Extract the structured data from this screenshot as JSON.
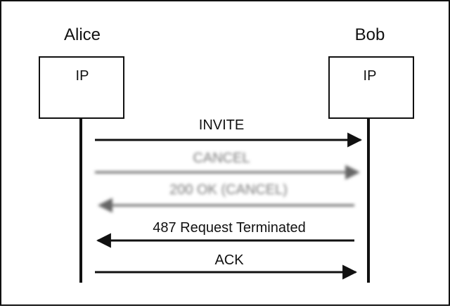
{
  "participants": {
    "alice": {
      "name": "Alice",
      "box_label": "IP"
    },
    "bob": {
      "name": "Bob",
      "box_label": "IP"
    }
  },
  "messages": [
    {
      "label": "INVITE",
      "from": "Alice",
      "to": "Bob",
      "blurred": false
    },
    {
      "label": "CANCEL",
      "from": "Alice",
      "to": "Bob",
      "blurred": true
    },
    {
      "label": "200 OK (CANCEL)",
      "from": "Bob",
      "to": "Alice",
      "blurred": true
    },
    {
      "label": "487 Request Terminated",
      "from": "Bob",
      "to": "Alice",
      "blurred": false
    },
    {
      "label": "ACK",
      "from": "Alice",
      "to": "Bob",
      "blurred": false
    }
  ],
  "colors": {
    "line": "#111111",
    "blurred_line": "#666666",
    "blurred_text": "#777777"
  }
}
